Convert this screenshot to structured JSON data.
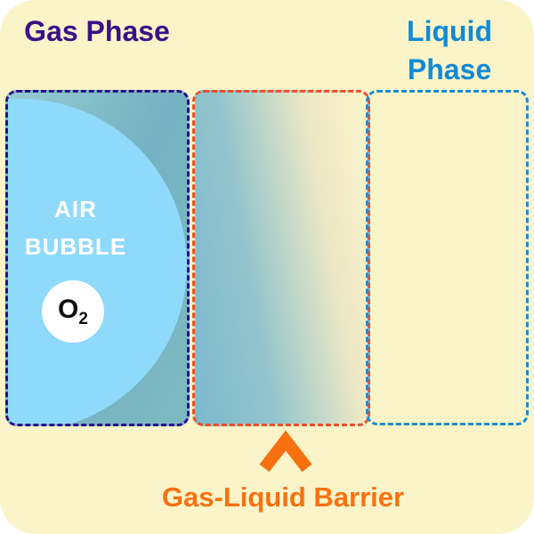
{
  "labels": {
    "gas_phase": "Gas Phase",
    "liquid_phase": "Liquid Phase",
    "air_bubble": "AIR BUBBLE",
    "barrier": "Gas-Liquid Barrier"
  },
  "molecule": {
    "symbol": "O",
    "subscript": "2"
  },
  "icons": {
    "barrier_pointer": "chevron-up-icon"
  },
  "colors": {
    "background": "#FAF4C8",
    "gas_text": "#3A1188",
    "gas_border": "#2C0D8E",
    "liquid_text": "#118AD6",
    "liquid_border": "#1C8CD6",
    "barrier_border": "#E8512E",
    "barrier_accent": "#F87110",
    "bubble_fill": "#8FDAFB",
    "gas_region_fill": "#72B2C2",
    "o2_circle_fill": "#FFFFFF"
  }
}
